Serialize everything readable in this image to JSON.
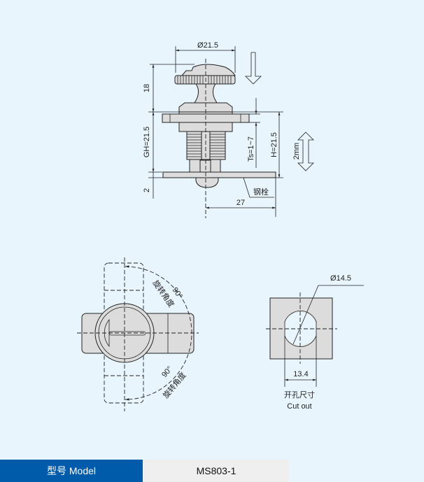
{
  "side_view": {
    "diameter_label": "Ø21.5",
    "height_top_label": "18",
    "gh_label": "GH=21.5",
    "bottom_label": "2",
    "ts_label": "Ts=1~7",
    "h_label": "H=21.5",
    "travel_label": "2mm",
    "pin_label": "钢栓",
    "reach_label": "27"
  },
  "front_view": {
    "angle_top": "90°",
    "rotation_top": "旋转角度",
    "angle_bottom": "90°",
    "rotation_bottom": "旋转角度"
  },
  "cutout": {
    "diameter_label": "Ø14.5",
    "width_label": "13.4",
    "title_cn": "开孔尺寸",
    "title_en": "Cut out"
  },
  "model_table": {
    "label": "型号 Model",
    "value": "MS803-1"
  },
  "colors": {
    "background": "#e8f5fd",
    "header": "#005bab",
    "cell": "#efefef"
  }
}
